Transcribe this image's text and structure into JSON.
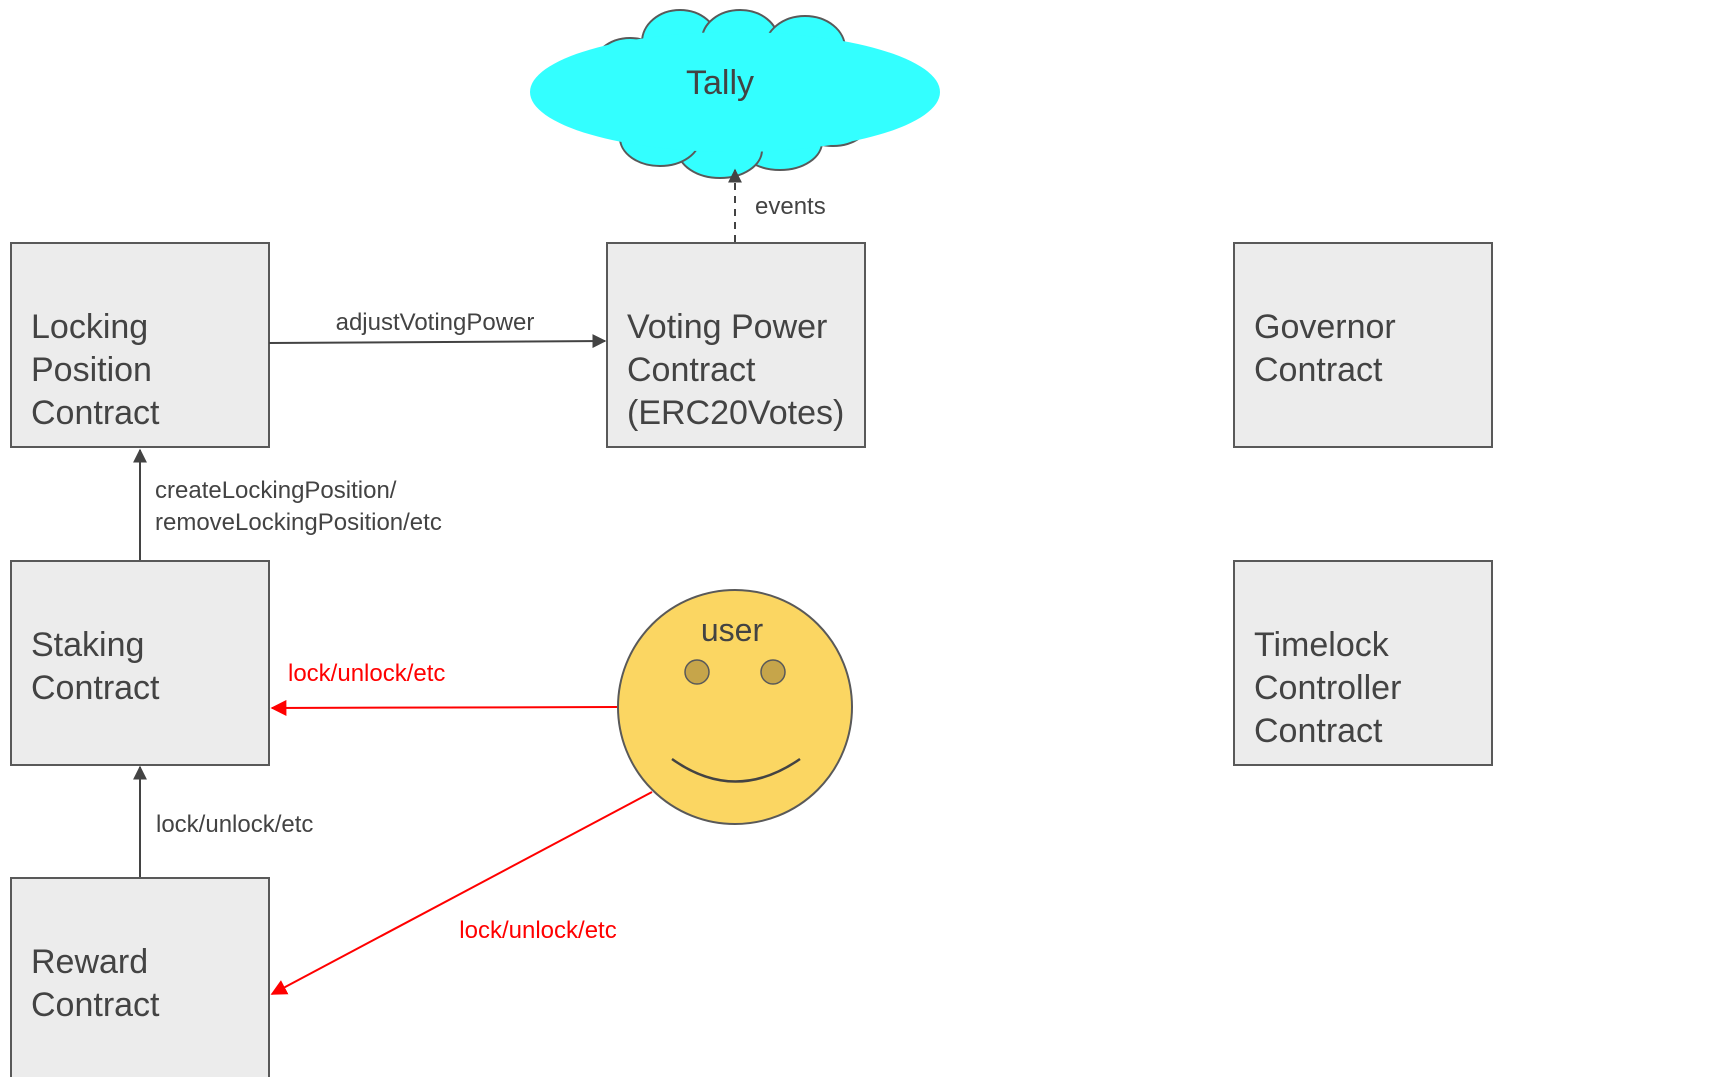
{
  "nodes": {
    "locking": {
      "lines": [
        "Locking",
        "Position",
        "Contract"
      ]
    },
    "voting": {
      "lines": [
        "Voting Power",
        "Contract",
        "(ERC20Votes)"
      ]
    },
    "governor": {
      "lines": [
        "Governor",
        "Contract"
      ]
    },
    "staking": {
      "lines": [
        "Staking",
        "Contract"
      ]
    },
    "timelock": {
      "lines": [
        "Timelock",
        "Controller",
        "Contract"
      ]
    },
    "reward": {
      "lines": [
        "Reward",
        "Contract"
      ]
    },
    "tally": {
      "label": "Tally"
    },
    "user": {
      "label": "user"
    }
  },
  "edges": {
    "adjust": {
      "label": "adjustVotingPower"
    },
    "events": {
      "label": "events"
    },
    "create": {
      "lines": [
        "createLockingPosition/",
        "removeLockingPosition/etc"
      ]
    },
    "reward_to_staking": {
      "label": "lock/unlock/etc"
    },
    "user_to_staking": {
      "label": "lock/unlock/etc"
    },
    "user_to_reward": {
      "label": "lock/unlock/etc"
    }
  },
  "colors": {
    "box_fill": "#ececec",
    "box_stroke": "#595959",
    "text": "#434343",
    "cloud_fill": "#33ffff",
    "smiley_fill": "#fbd662",
    "eye_fill": "#c6a54a",
    "user_arrow": "#ff0000"
  }
}
